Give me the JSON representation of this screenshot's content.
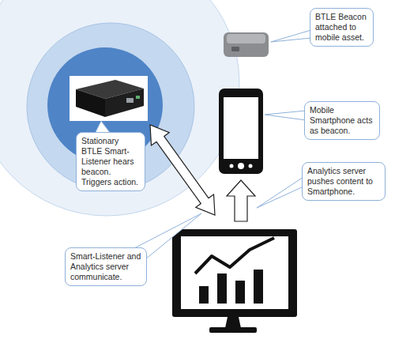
{
  "diagram": {
    "nodes": [
      {
        "text": [
          "BTLE Beacon attached to mobile asset."
        ]
      },
      {
        "text": [
          "Mobile Smartphone acts as beacon."
        ]
      },
      {
        "text": [
          "Stationary BTLE Smart-Listener hears beacon. Triggers action."
        ]
      },
      {
        "text": [
          "Analytics server pushes content to Smartphone."
        ]
      },
      {
        "text": [
          "Smart-Listener and Analytics server communicate."
        ]
      }
    ]
  }
}
